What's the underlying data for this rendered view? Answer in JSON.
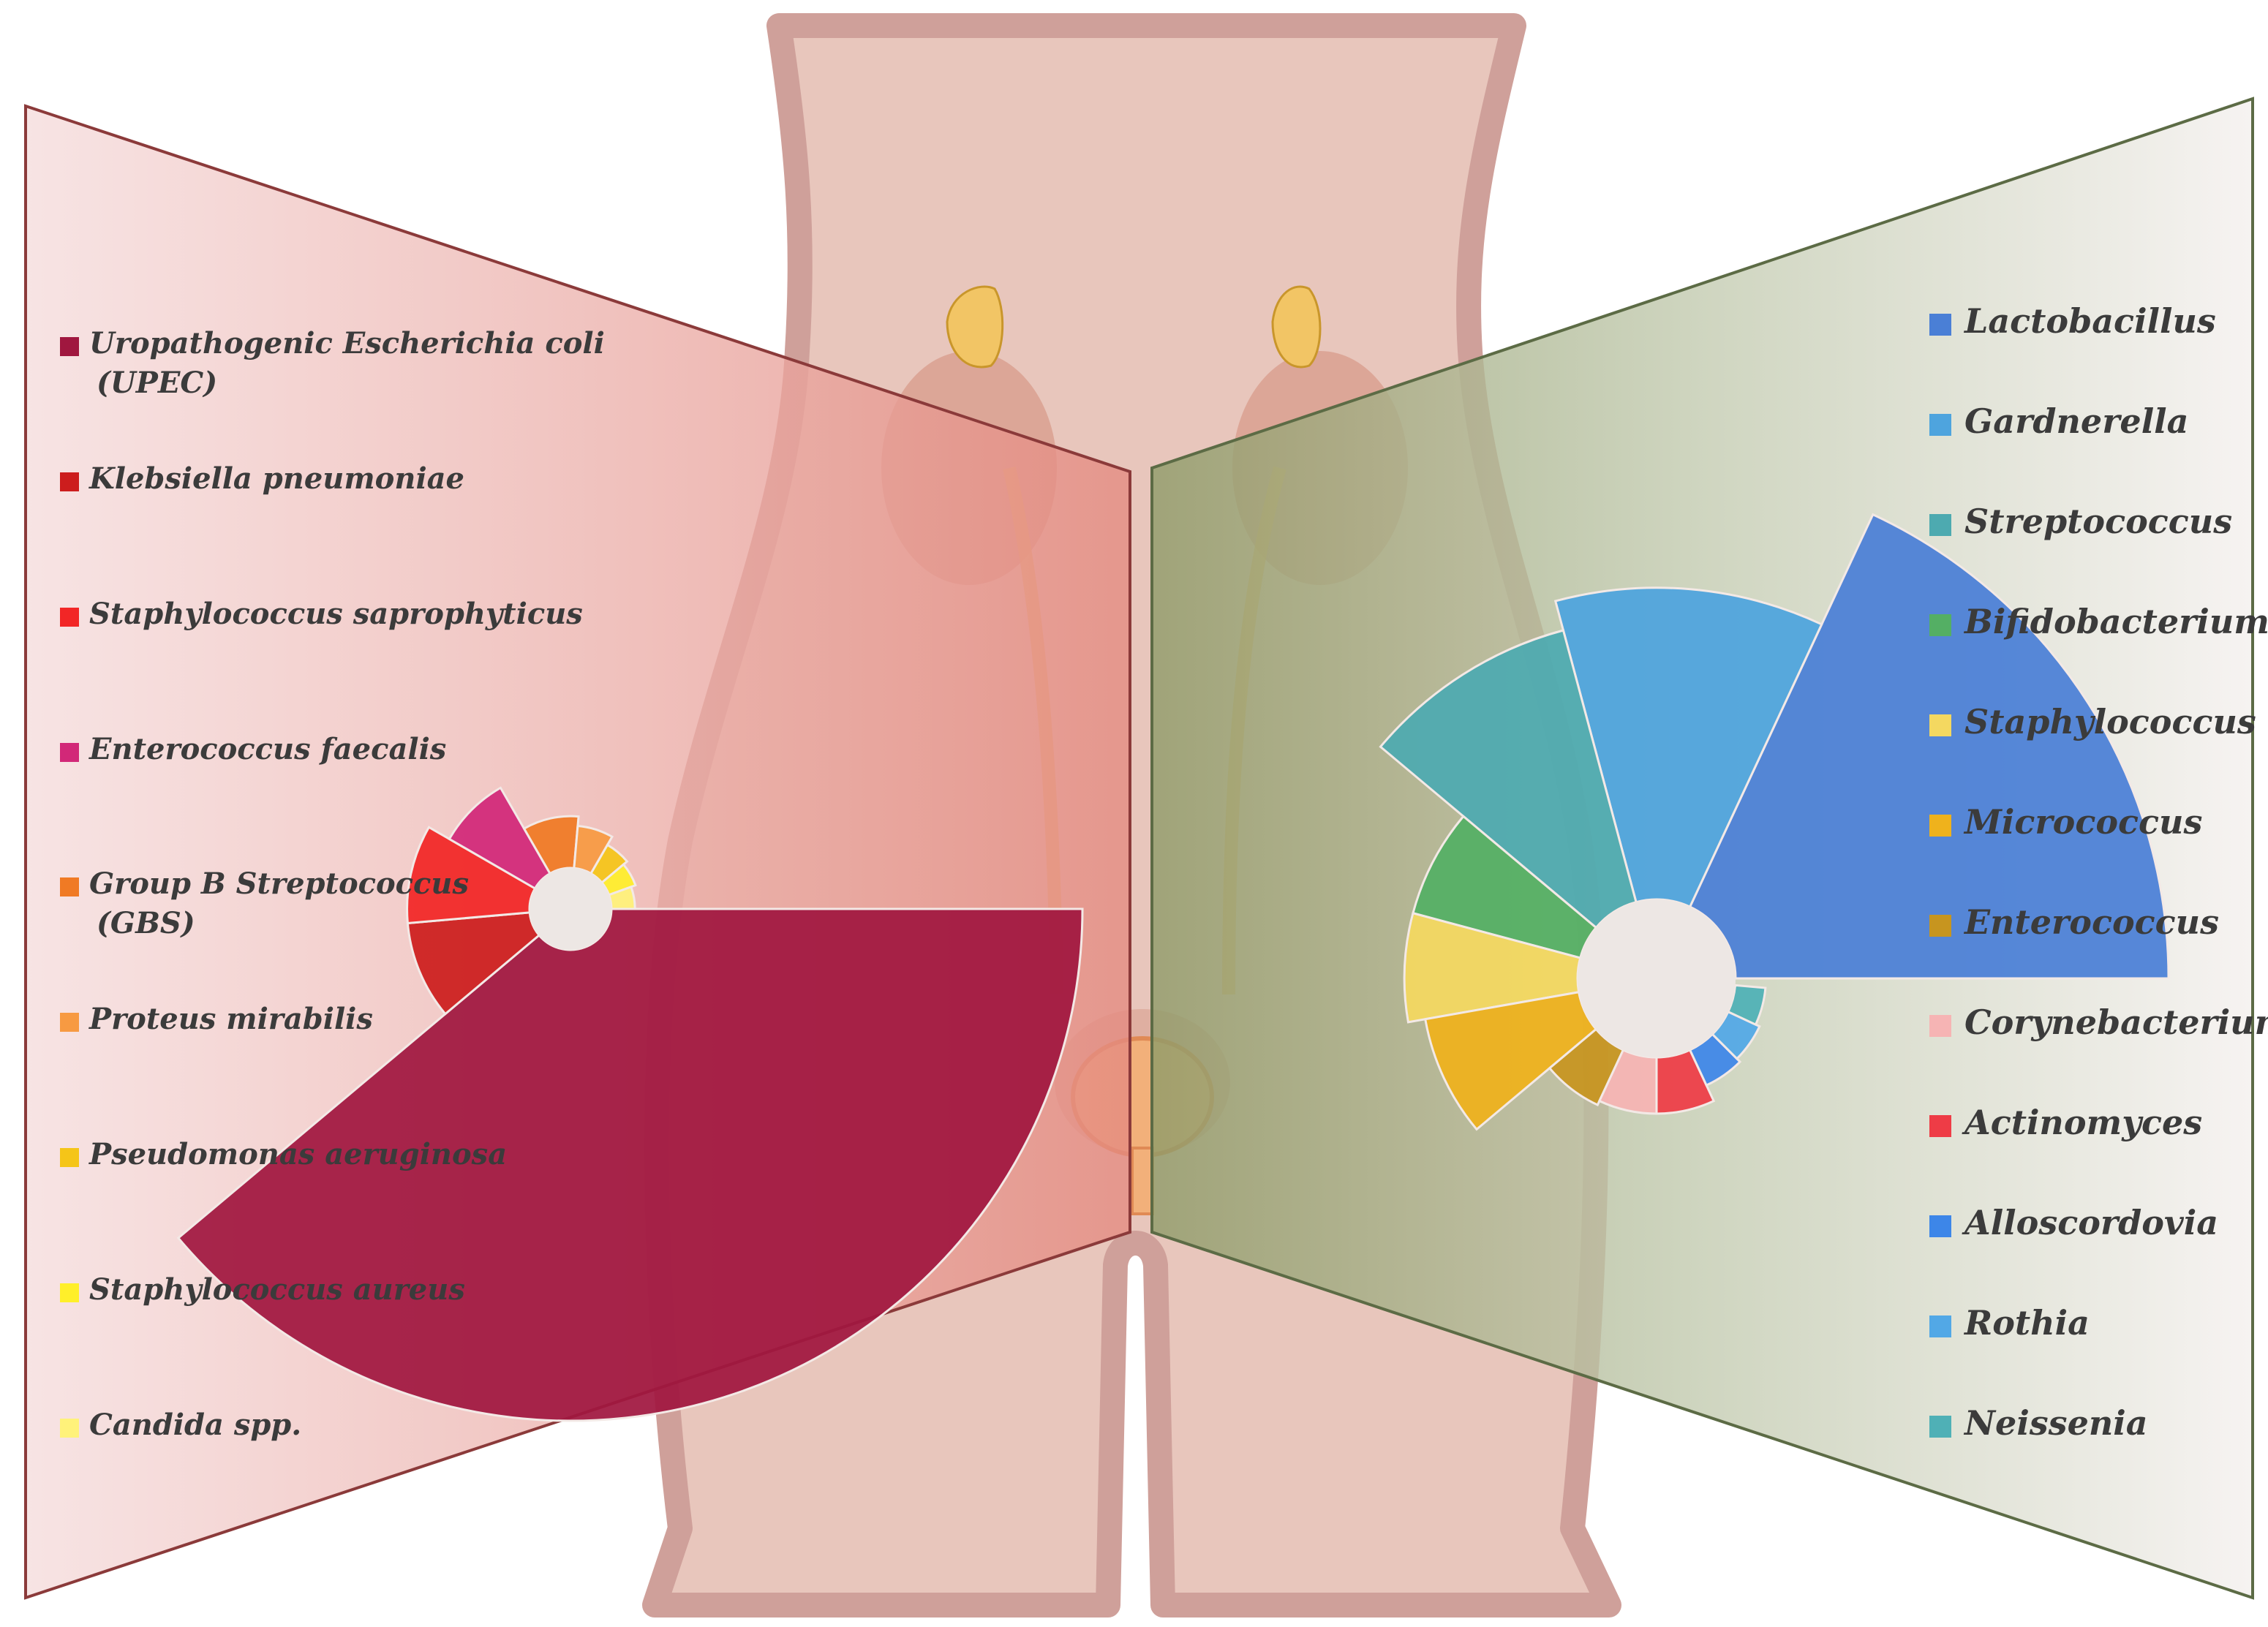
{
  "chart_data": [
    {
      "type": "polar-area",
      "panel": "left",
      "start_angle_deg": 0,
      "direction": "clockwise",
      "sectors": [
        {
          "label": "Uropathogenic Escherichia coli (UPEC)",
          "legend_lines": [
            "Uropathogenic Escherichia coli",
            "(UPEC)"
          ],
          "value": 100,
          "angle_deg": 140,
          "color": "#A0173F"
        },
        {
          "label": "Klebsiella pneumoniae",
          "legend_lines": [
            "Klebsiella pneumoniae"
          ],
          "value": 26,
          "angle_deg": 35,
          "color": "#CC1D1D"
        },
        {
          "label": "Staphylococcus saprophyticus",
          "legend_lines": [
            "Staphylococcus saprophyticus"
          ],
          "value": 26,
          "angle_deg": 35,
          "color": "#F22626"
        },
        {
          "label": "Enterococcus faecalis",
          "legend_lines": [
            "Enterococcus faecalis"
          ],
          "value": 21,
          "angle_deg": 30,
          "color": "#D22878"
        },
        {
          "label": "Group B Streptococcus (GBS)",
          "legend_lines": [
            "Group B Streptococcus",
            "(GBS)"
          ],
          "value": 11,
          "angle_deg": 35,
          "color": "#F07A24"
        },
        {
          "label": "Proteus mirabilis",
          "legend_lines": [
            "Proteus mirabilis"
          ],
          "value": 9,
          "angle_deg": 25,
          "color": "#F79A42"
        },
        {
          "label": "Pseudomonas aeruginosa",
          "legend_lines": [
            "Pseudomonas aeruginosa"
          ],
          "value": 7,
          "angle_deg": 20,
          "color": "#F5C518"
        },
        {
          "label": "Staphylococcus aureus",
          "legend_lines": [
            "Staphylococcus aureus"
          ],
          "value": 6,
          "angle_deg": 20,
          "color": "#FFEF2A"
        },
        {
          "label": "Candida spp.",
          "legend_lines": [
            "Candida spp."
          ],
          "value": 5,
          "angle_deg": 20,
          "color": "#FFF27A"
        }
      ]
    },
    {
      "type": "polar-area",
      "panel": "right",
      "start_angle_deg": 0,
      "direction": "counterclockwise",
      "sectors": [
        {
          "label": "Lactobacillus",
          "legend_lines": [
            "Lactobacillus"
          ],
          "value": 100,
          "angle_deg": 65,
          "color": "#4A7FD6"
        },
        {
          "label": "Gardnerella",
          "legend_lines": [
            "Gardnerella"
          ],
          "value": 72,
          "angle_deg": 40,
          "color": "#4EA4DE"
        },
        {
          "label": "Streptococcus",
          "legend_lines": [
            "Streptococcus"
          ],
          "value": 65,
          "angle_deg": 35,
          "color": "#4DAAB0"
        },
        {
          "label": "Bifidobacterium",
          "legend_lines": [
            "Bifidobacterium"
          ],
          "value": 40,
          "angle_deg": 25,
          "color": "#54AF64"
        },
        {
          "label": "Staphylococcus",
          "legend_lines": [
            "Staphylococcus"
          ],
          "value": 40,
          "angle_deg": 25,
          "color": "#F4D860"
        },
        {
          "label": "Micrococcus",
          "legend_lines": [
            "Micrococcus"
          ],
          "value": 36,
          "angle_deg": 30,
          "color": "#EFB21C"
        },
        {
          "label": "Enterococcus",
          "legend_lines": [
            "Enterococcus"
          ],
          "value": 14,
          "angle_deg": 25,
          "color": "#C7951F"
        },
        {
          "label": "Corynebacterium",
          "legend_lines": [
            "Corynebacterium"
          ],
          "value": 13,
          "angle_deg": 25,
          "color": "#F6B4B4"
        },
        {
          "label": "Actinomyces",
          "legend_lines": [
            "Actinomyces"
          ],
          "value": 13,
          "angle_deg": 25,
          "color": "#EE3C46"
        },
        {
          "label": "Alloscordovia",
          "legend_lines": [
            "Alloscordovia"
          ],
          "value": 9,
          "angle_deg": 20,
          "color": "#3D86E8"
        },
        {
          "label": "Rothia",
          "legend_lines": [
            "Rothia"
          ],
          "value": 8,
          "angle_deg": 20,
          "color": "#52A8E6"
        },
        {
          "label": "Neissenia",
          "legend_lines": [
            "Neissenia"
          ],
          "value": 7,
          "angle_deg": 20,
          "color": "#4FB0B6"
        }
      ]
    }
  ],
  "colors": {
    "left_panel_fill": "#E8A09A",
    "left_panel_border": "#8B3A3A",
    "right_panel_fill": "#8FA070",
    "right_panel_border": "#5C6B45",
    "body_skin": "#E7C3B9",
    "body_outline": "#CF9E98",
    "kidney": "#E0A494",
    "adrenal_gland": "#F2C060",
    "bladder": "#F2B07A",
    "center_hole": "#EDE7E4"
  }
}
